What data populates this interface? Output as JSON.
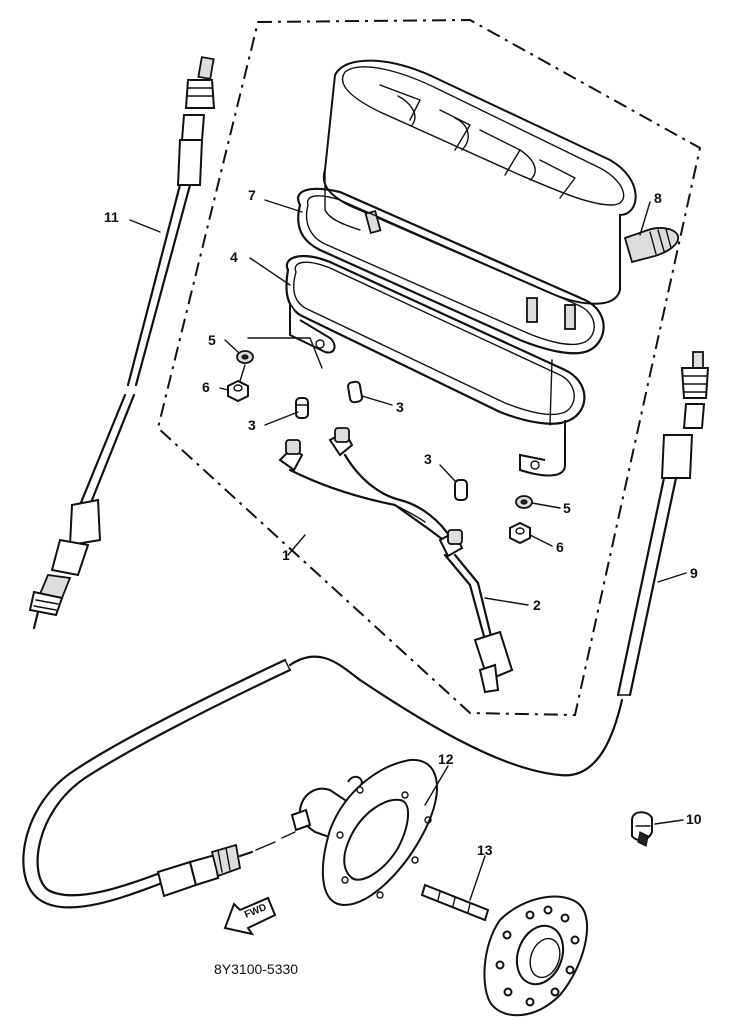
{
  "diagram": {
    "code": "8Y3100-5330",
    "fwd_label": "FWD",
    "callouts": {
      "c1": "1",
      "c2": "2",
      "c3a": "3",
      "c3b": "3",
      "c3c": "3",
      "c4": "4",
      "c5a": "5",
      "c5b": "5",
      "c6a": "6",
      "c6b": "6",
      "c7": "7",
      "c8": "8",
      "c9": "9",
      "c10": "10",
      "c11": "11",
      "c12": "12",
      "c13": "13"
    }
  }
}
